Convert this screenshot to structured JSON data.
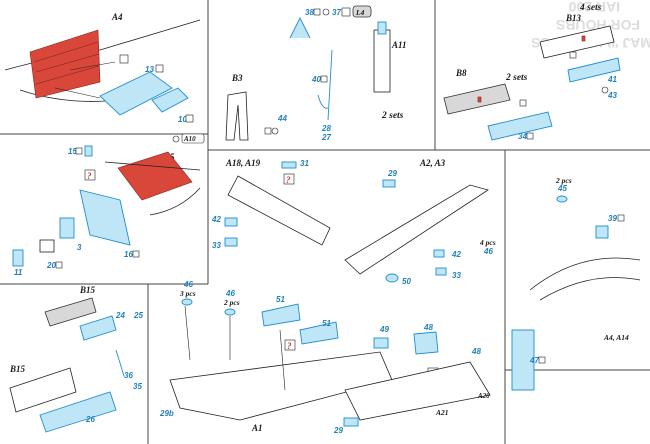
{
  "watermark": {
    "line1": "MAJ 'ILLE ROUSS",
    "line2": "FOR HOUBS",
    "line3": "IAR 200"
  },
  "panel_top_left": {
    "label_a4": "A4",
    "part_13": "13",
    "part_10": "10",
    "part_a10": "A10"
  },
  "panel_mid_left": {
    "label_a5": "A5",
    "part_15": "15",
    "part_3": "3",
    "part_16": "16",
    "part_20": "20",
    "part_11": "11"
  },
  "panel_top_center": {
    "part_38": "38",
    "part_37": "37",
    "label_l4": "L4",
    "label_a11": "A11",
    "label_b3": "B3",
    "part_40": "40",
    "part_44": "44",
    "part_28": "28",
    "part_27": "27",
    "note_sets": "2 sets"
  },
  "panel_top_right": {
    "note_4sets": "4 sets",
    "label_b13": "B13",
    "part_41": "41",
    "part_43": "43",
    "label_b8": "B8",
    "note_2sets": "2 sets",
    "part_34": "34"
  },
  "panel_center": {
    "label_a18_a19": "A18, A19",
    "part_31": "31",
    "part_42": "42",
    "part_33": "33",
    "part_29": "29",
    "label_a2_a3": "A2, A3",
    "note_4pcs": "4 pcs",
    "part_46": "46",
    "part_42b": "42",
    "part_50": "50",
    "part_33b": "33"
  },
  "panel_right_mid": {
    "note_2pcs": "2 pcs",
    "part_45": "45",
    "part_39": "39",
    "label_a4_a14": "A4, A14",
    "part_47": "47"
  },
  "panel_bottom_left": {
    "label_b15_top": "B15",
    "part_24": "24",
    "part_25": "25",
    "part_36": "36",
    "part_35": "35",
    "label_b15_bottom": "B15",
    "part_26": "26"
  },
  "panel_bottom_center": {
    "part_46": "46",
    "note_3pcs": "3 pcs",
    "part_46b": "46",
    "note_2pcs": "2 pcs",
    "part_51": "51",
    "part_51b": "51",
    "part_29b": "29b",
    "label_a1": "A1"
  },
  "panel_bottom_right": {
    "part_49": "49",
    "part_48": "48",
    "label_a21": "A21",
    "part_48b": "48",
    "part_29": "29",
    "label_a20": "A20"
  },
  "symbols": {
    "question": "?"
  }
}
